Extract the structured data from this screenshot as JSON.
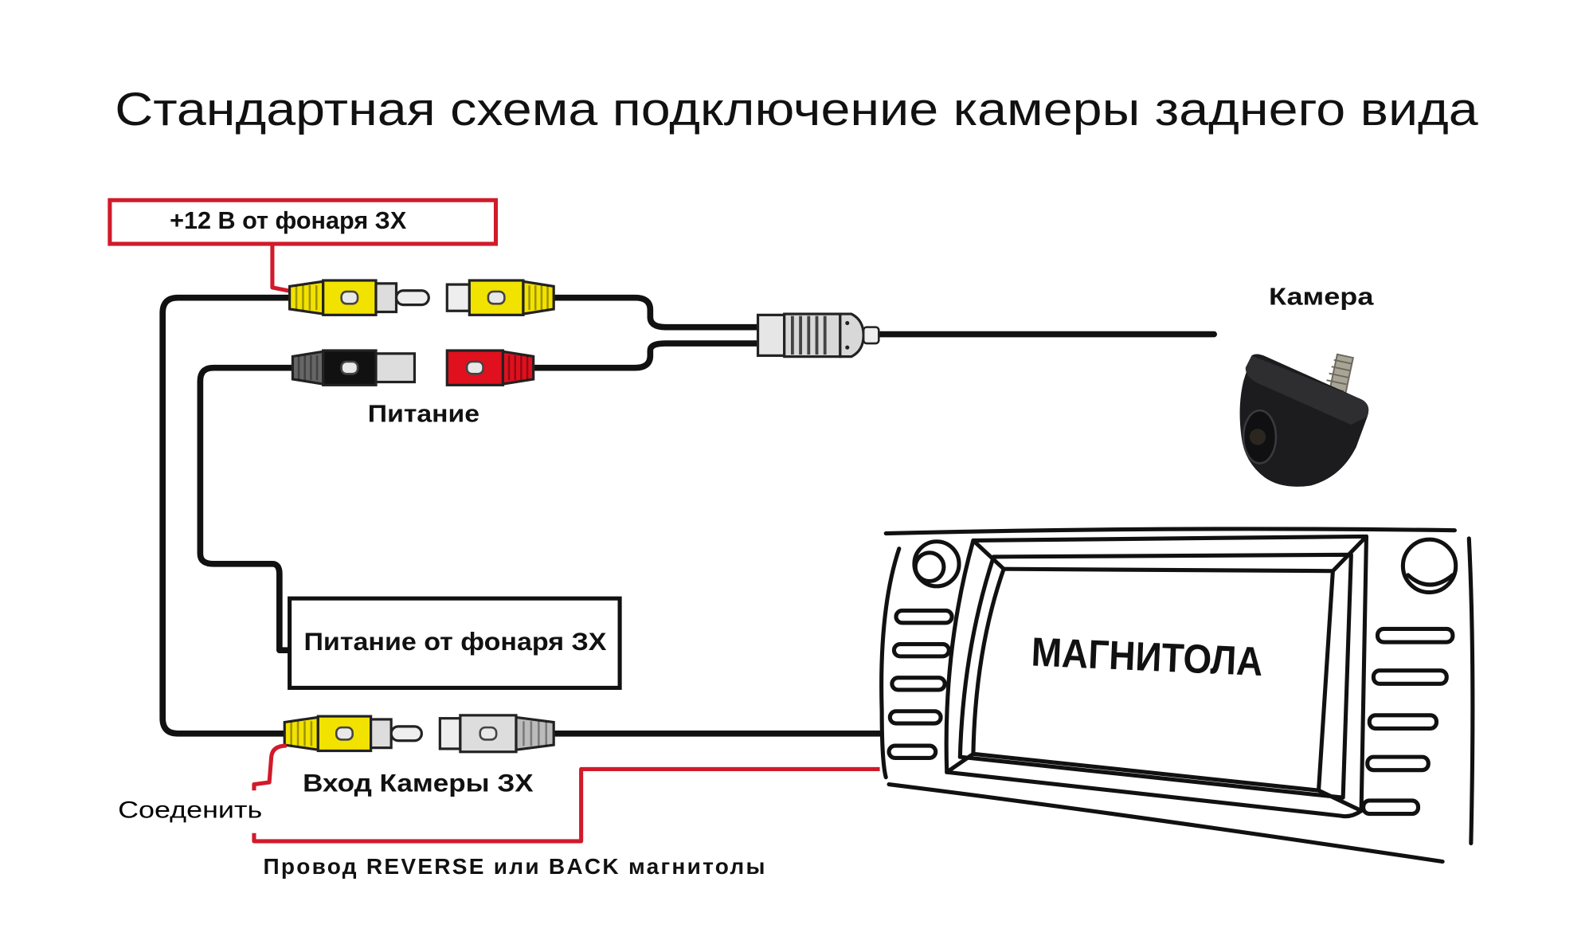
{
  "title": "Стандартная схема подключение камеры заднего вида",
  "labels": {
    "plus12": "+12 В от фонаря ЗХ",
    "power": "Питание",
    "camera": "Камера",
    "power_from_lamp": "Питание от фонаря ЗХ",
    "camera_input": "Вход Камеры ЗХ",
    "connect": "Соеденить",
    "reverse_wire": "Провод REVERSE  или  BACK магнитолы",
    "head_unit": "МАГНИТОЛА"
  },
  "colors": {
    "red_wire": "#d11a2a",
    "yellow_plug": "#f2e200",
    "red_plug": "#e0101e",
    "black_plug": "#111111"
  }
}
